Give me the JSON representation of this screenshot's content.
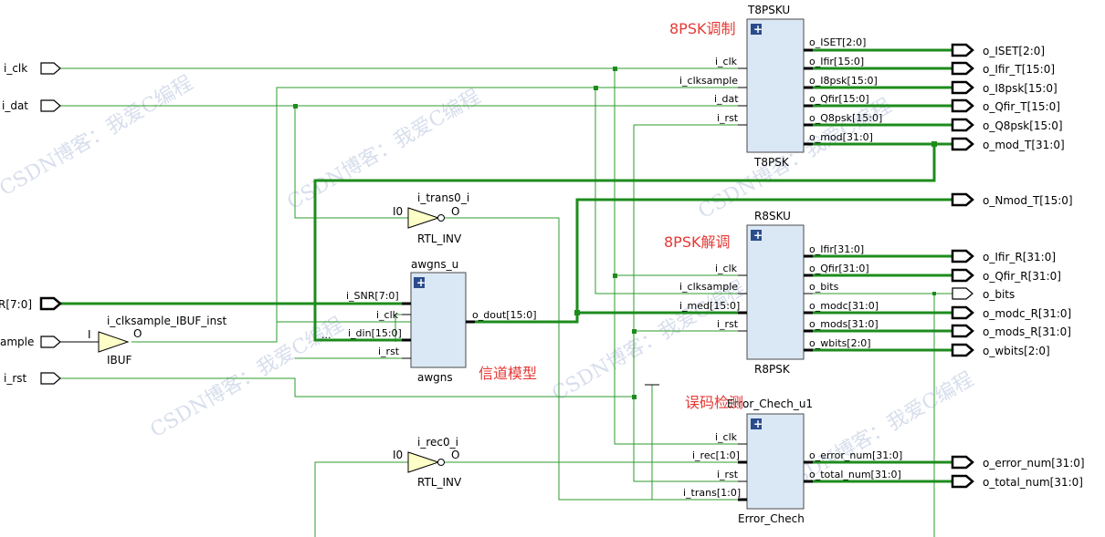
{
  "notes": {
    "mod": "8PSK调制",
    "demod": "8PSK解调",
    "channel": "信道模型",
    "error": "误码检测"
  },
  "watermark": "CSDN博客：我爱C编程",
  "inputs": {
    "clk": "i_clk",
    "dat": "i_dat",
    "snr": "R[7:0]",
    "clksample": "ample",
    "rst": "i_rst"
  },
  "outputs": {
    "iset": "o_ISET[2:0]",
    "ifir_t": "o_Ifir_T[15:0]",
    "i8psk": "o_I8psk[15:0]",
    "qfir_t": "o_Qfir_T[15:0]",
    "q8psk": "o_Q8psk[15:0]",
    "mod_t": "o_mod_T[31:0]",
    "nmod_t": "o_Nmod_T[15:0]",
    "ifir_r": "o_Ifir_R[31:0]",
    "qfir_r": "o_Qfir_R[31:0]",
    "bits": "o_bits",
    "modc_r": "o_modc_R[31:0]",
    "mods_r": "o_mods_R[31:0]",
    "wbits": "o_wbits[2:0]",
    "error_num": "o_error_num[31:0]",
    "total_num": "o_total_num[31:0]"
  },
  "t8psk": {
    "inst": "T8PSKU",
    "type": "T8PSK",
    "in": [
      "i_clk",
      "i_clksample",
      "i_dat",
      "i_rst"
    ],
    "out": [
      "o_ISET[2:0]",
      "o_Ifir[15:0]",
      "o_I8psk[15:0]",
      "o_Qfir[15:0]",
      "o_Q8psk[15:0]",
      "o_mod[31:0]"
    ]
  },
  "r8psk": {
    "inst": "R8SKU",
    "type": "R8PSK",
    "in": [
      "i_clk",
      "i_clksample",
      "i_med[15:0]",
      "i_rst"
    ],
    "out": [
      "o_Ifir[31:0]",
      "o_Qfir[31:0]",
      "o_bits",
      "o_modc[31:0]",
      "o_mods[31:0]",
      "o_wbits[2:0]"
    ]
  },
  "awgns": {
    "inst": "awgns_u",
    "type": "awgns",
    "in": [
      "i_SNR[7:0]",
      "i_clk",
      "i_din[15:0]",
      "i_rst"
    ],
    "out": [
      "o_dout[15:0]"
    ],
    "dots": "..."
  },
  "err": {
    "inst": "Error_Chech_u1",
    "type": "Error_Chech",
    "in": [
      "i_clk",
      "i_rec[1:0]",
      "i_rst",
      "i_trans[1:0]"
    ],
    "out": [
      "o_error_num[31:0]",
      "o_total_num[31:0]"
    ]
  },
  "inv0": {
    "inst": "i_trans0_i",
    "type": "RTL_INV",
    "in": "I0",
    "out": "O"
  },
  "inv1": {
    "inst": "i_rec0_i",
    "type": "RTL_INV",
    "in": "I0",
    "out": "O"
  },
  "ibuf": {
    "inst": "i_clksample_IBUF_inst",
    "type": "IBUF",
    "in": "I",
    "out": "O"
  },
  "plus": "+",
  "colors": {
    "wire": "#2e9b2e",
    "bus": "#1d8c1d",
    "block": "#dae8f5",
    "note": "#e53935",
    "inv": "#ffffc8"
  }
}
